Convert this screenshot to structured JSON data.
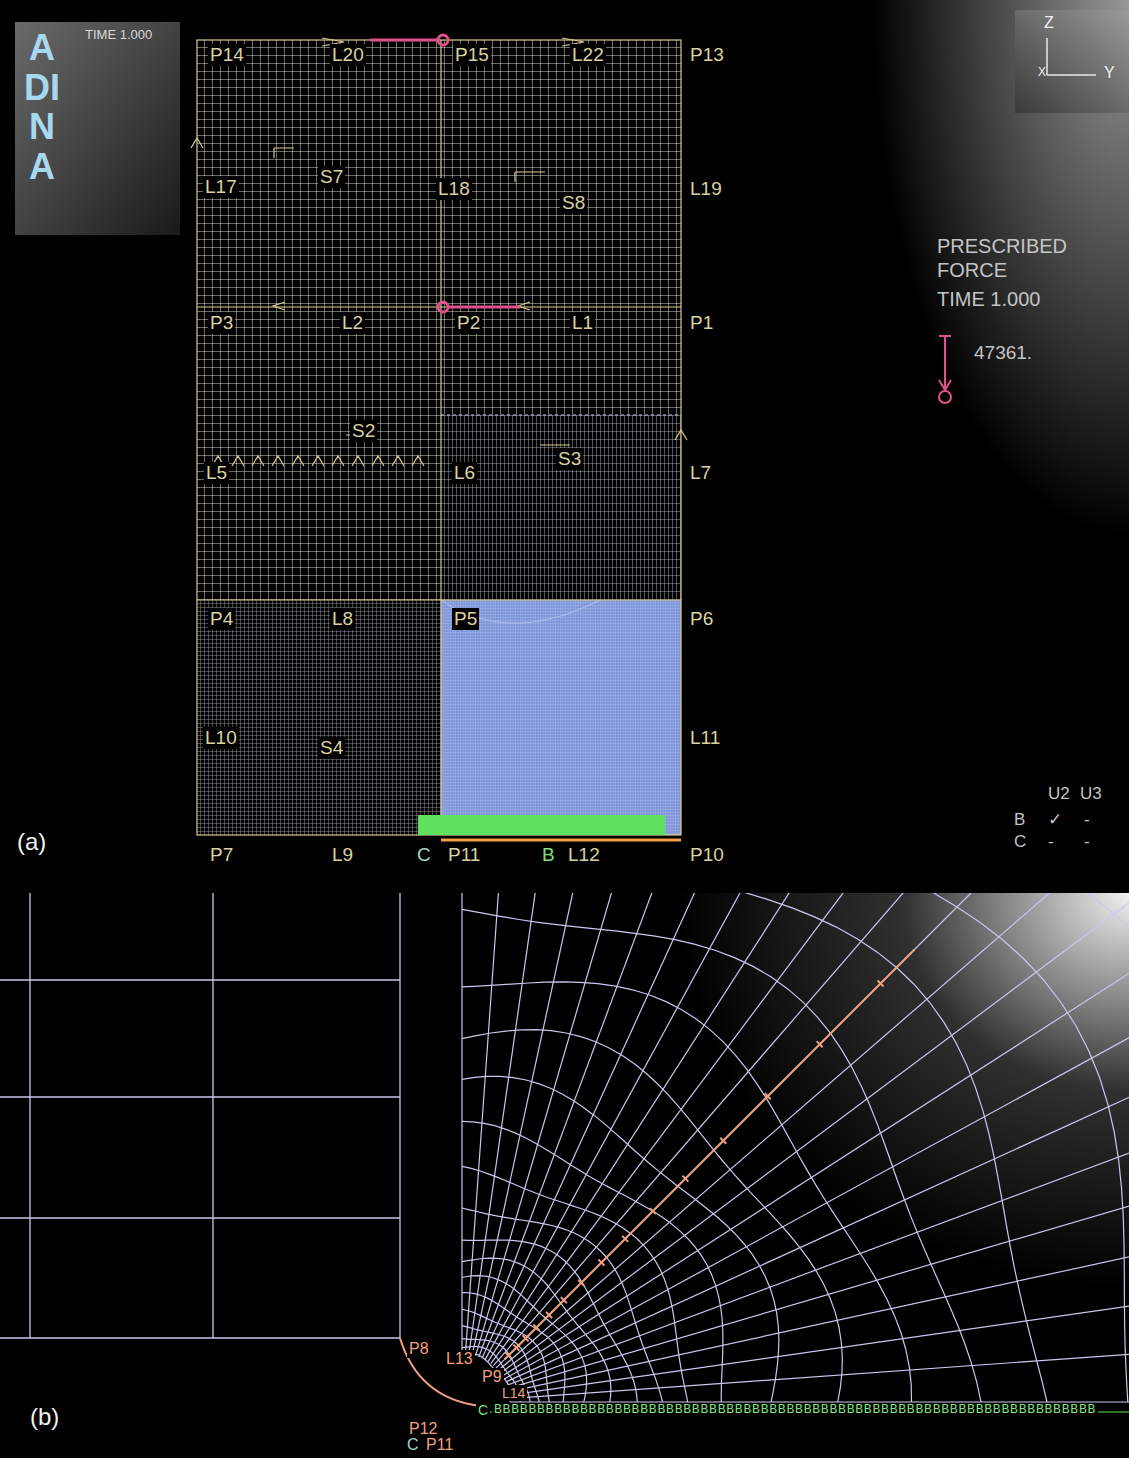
{
  "diagram": {
    "labels": [
      "ADINA",
      "TIME 1.000",
      "P14",
      "L20",
      "P15",
      "L22",
      "P13",
      "L17",
      "S7",
      "L18",
      "S8",
      "L19",
      "P3",
      "L2",
      "P2",
      "L1",
      "P1",
      "S2",
      "L5",
      "L6",
      "S3",
      "L7",
      "P4",
      "L8",
      "P5",
      "P6",
      "L10",
      "S4",
      "L11",
      "P7",
      "L9",
      "C",
      "P11",
      "B",
      "L12",
      "P10",
      "Z",
      "Y",
      "X",
      "PRESCRIBED FORCE",
      "TIME 1.000",
      "47361.",
      "U2",
      "U3",
      "B",
      "✓",
      "-",
      "C",
      "-",
      "-",
      "(a)",
      "(b)",
      "P8",
      "L13",
      "P9",
      "L14",
      "P12",
      "C",
      "P11",
      "C",
      "BBBBBBBBBBBBBBBBBBBBBBBBBBBBBBBBBBBBBBBBBBBBBBBBBBBBBBBBBBBBBBBBBBBBBB"
    ]
  }
}
